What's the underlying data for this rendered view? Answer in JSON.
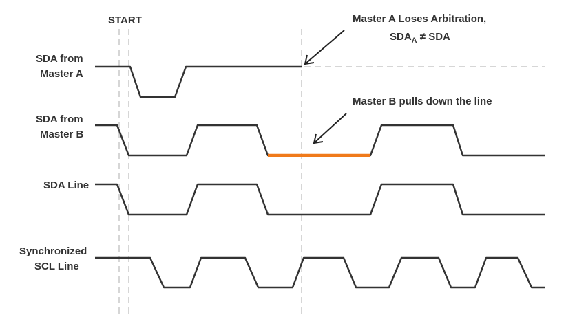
{
  "start_label": "START",
  "signals": {
    "sda_master_a": [
      "SDA from",
      "Master A"
    ],
    "sda_master_b": [
      "SDA from",
      "Master B"
    ],
    "sda_line": [
      "SDA Line"
    ],
    "scl_line": [
      "Synchronized",
      "SCL Line"
    ]
  },
  "annotations": {
    "arbitration": {
      "line1": "Master A Loses Arbitration,",
      "sda_a_base": "SDA",
      "sda_a_sub": "A",
      "sda_a_rest": " ≠ SDA"
    },
    "pull_down": "Master B pulls down the line"
  },
  "colors": {
    "waveform": "#333333",
    "highlight": "#f07a1a",
    "guides": "#c8c8c8",
    "text": "#333333"
  }
}
